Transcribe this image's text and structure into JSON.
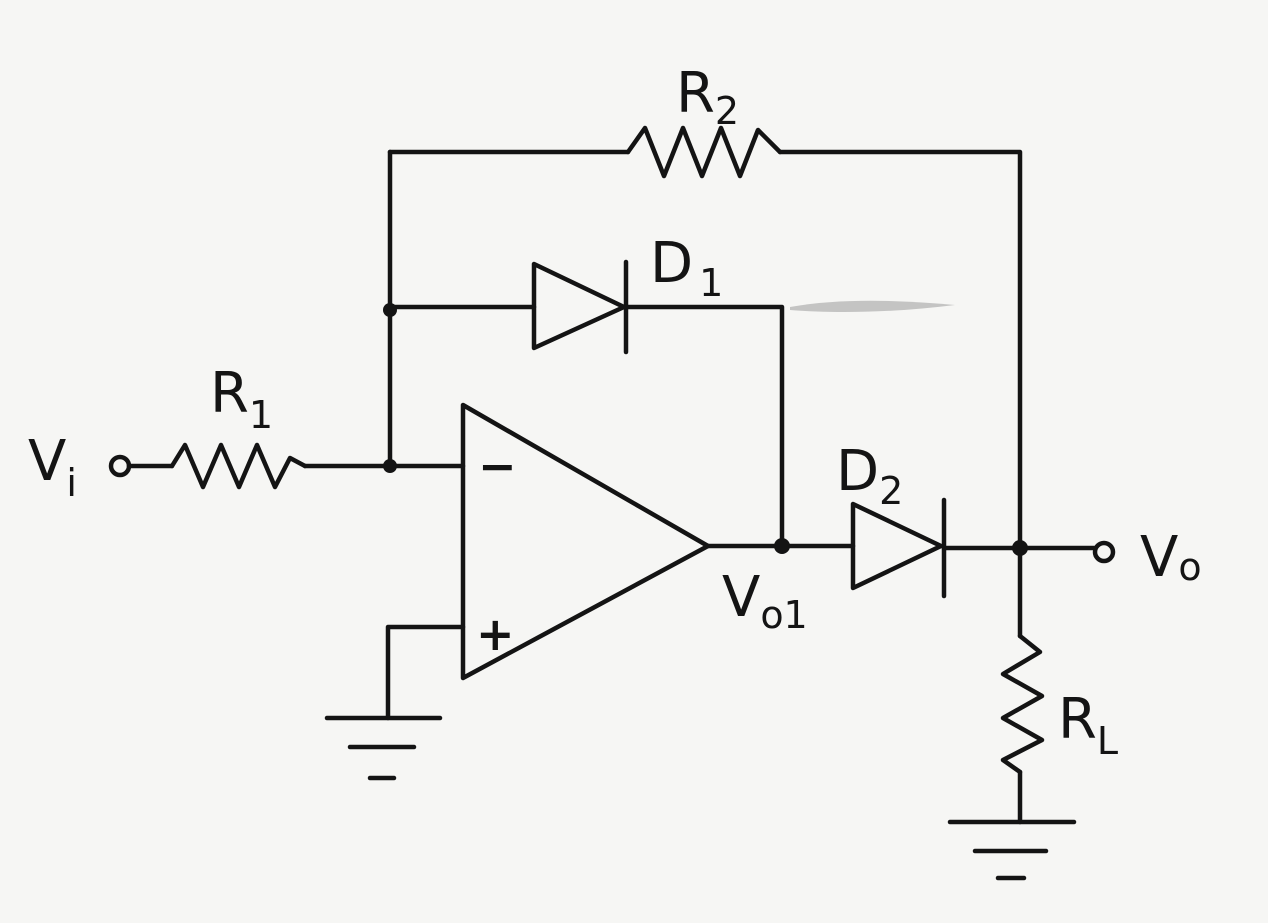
{
  "labels": {
    "r1": {
      "main": "R",
      "sub": "1"
    },
    "r2": {
      "main": "R",
      "sub": "2"
    },
    "rl": {
      "main": "R",
      "sub": "L"
    },
    "d1": {
      "main": "D",
      "sub": "1"
    },
    "d2": {
      "main": "D",
      "sub": "2"
    },
    "vi": {
      "main": "V",
      "sub": "i"
    },
    "vo": {
      "main": "V",
      "sub": "o"
    },
    "vo1": {
      "main": "V",
      "sub": "o1"
    },
    "inverting_input": "−",
    "noninverting_input": "+"
  },
  "colors": {
    "ink": "#141414",
    "paper": "#f6f6f4",
    "smudge": "#9a9a9a"
  }
}
